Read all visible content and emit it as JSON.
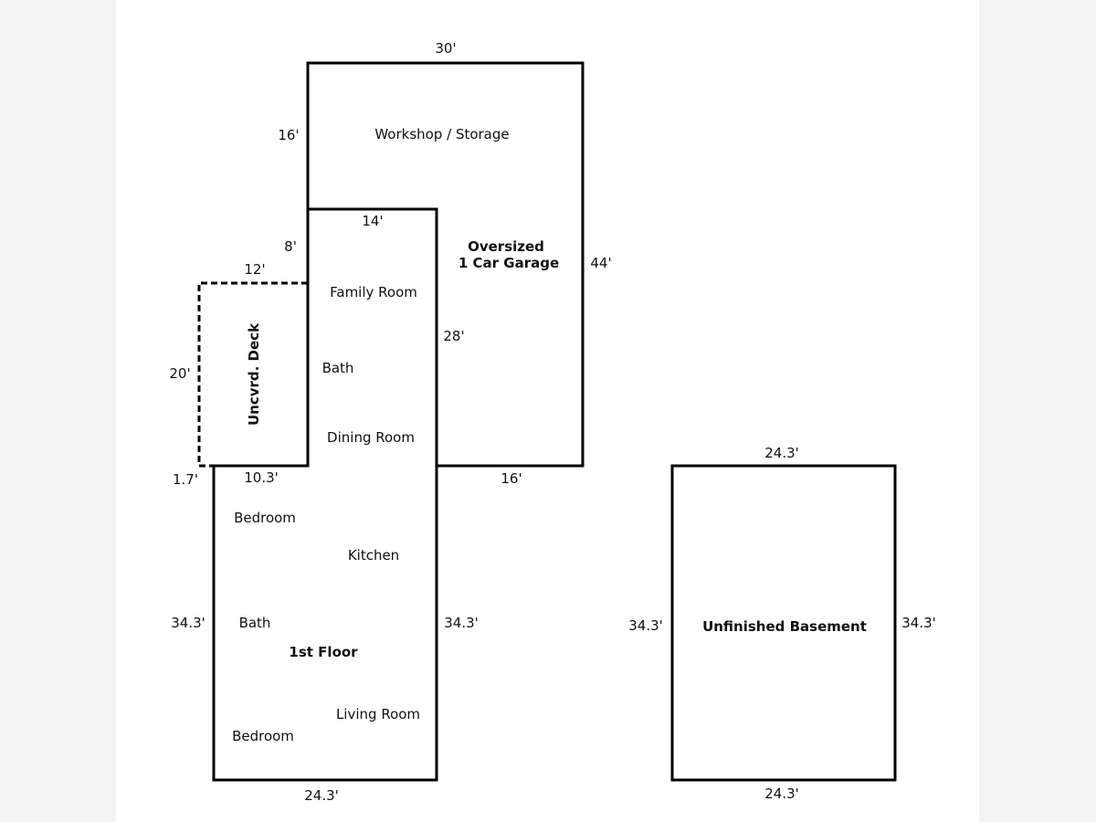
{
  "colors": {
    "line": "#000000",
    "paper": "#ffffff",
    "margin": "#f3f3f3"
  },
  "garage": {
    "label_line1": "Oversized",
    "label_line2": "1 Car Garage",
    "workshop": "Workshop / Storage",
    "dim_top": "30'",
    "dim_workshop_left": "16'",
    "dim_inner_left": "8'",
    "dim_right": "44'",
    "dim_bottom": "16'"
  },
  "family_wing": {
    "dim_top": "14'",
    "dim_right": "28'",
    "rooms": [
      "Family Room",
      "Bath",
      "Dining Room"
    ]
  },
  "deck": {
    "label": "Uncvrd. Deck",
    "dim_top": "12'",
    "dim_left": "20'",
    "dim_offset": "1.7'",
    "dim_bottom": "10.3'"
  },
  "first_floor": {
    "label": "1st Floor",
    "rooms": [
      "Bedroom",
      "Kitchen",
      "Bath",
      "Living Room",
      "Bedroom"
    ],
    "dim_left": "34.3'",
    "dim_right": "34.3'",
    "dim_bottom": "24.3'"
  },
  "basement": {
    "label": "Unfinished Basement",
    "dim_top": "24.3'",
    "dim_left": "34.3'",
    "dim_right": "34.3'",
    "dim_bottom": "24.3'"
  }
}
